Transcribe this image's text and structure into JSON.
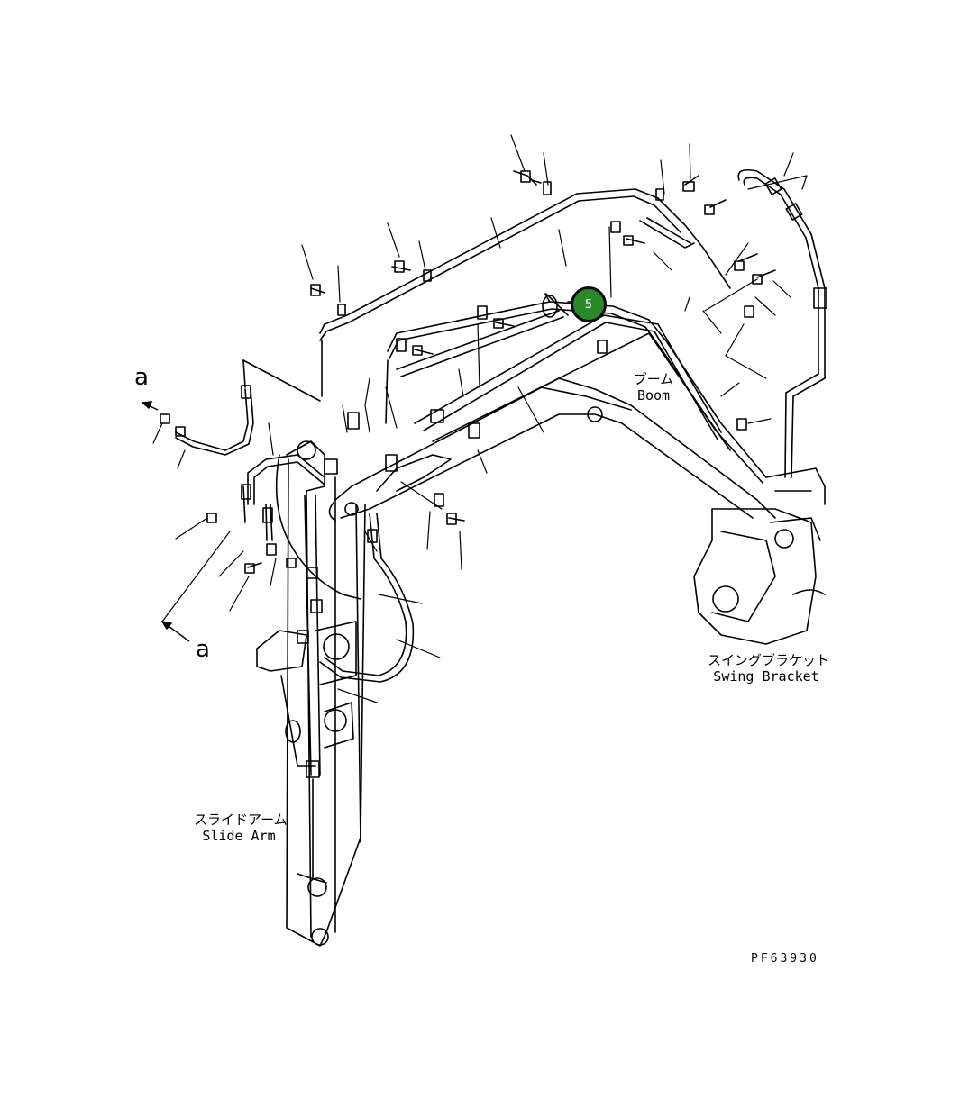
{
  "labels": {
    "boom_jp": "ブーム",
    "boom_en": "Boom",
    "swing_jp": "スイングブラケット",
    "swing_en": "Swing Bracket",
    "slide_jp": "スライドアーム",
    "slide_en": "Slide Arm",
    "view_a_top": "a",
    "view_a_bottom": "a",
    "drawing_code": "PF63930"
  },
  "callout": {
    "number": "5",
    "color": "#2a8a2a"
  }
}
